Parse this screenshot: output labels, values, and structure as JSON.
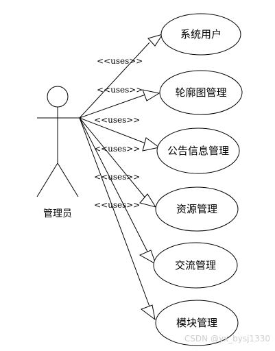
{
  "actor": {
    "label": "管理员"
  },
  "use_cases": [
    {
      "label": "系统用户"
    },
    {
      "label": "轮廓图管理"
    },
    {
      "label": "公告信息管理"
    },
    {
      "label": "资源管理"
    },
    {
      "label": "交流管理"
    },
    {
      "label": "模块管理"
    }
  ],
  "relations": [
    {
      "label": "<<uses>>"
    },
    {
      "label": "<<uses>>"
    },
    {
      "label": "<<uses>>"
    },
    {
      "label": "<<uses>>"
    },
    {
      "label": "<<uses>>"
    },
    {
      "label": "<<uses>>"
    }
  ],
  "watermark": "CSDN @yx_bysj1330",
  "colors": {
    "stroke": "#000000",
    "background": "#ffffff",
    "watermark": "#cfcfcf"
  }
}
